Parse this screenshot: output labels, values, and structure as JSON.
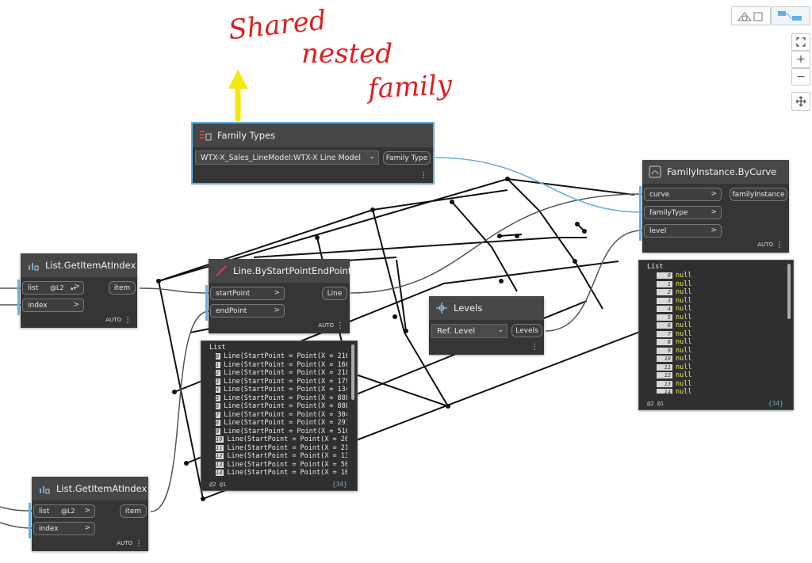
{
  "annotation": {
    "lines": [
      "Shared",
      "nested",
      "family"
    ],
    "color": "#e01e1e",
    "arrow_color": "#f5e80a"
  },
  "nodes": {
    "family_types": {
      "title": "Family Types",
      "dropdown_value": "WTX-X_Sales_LineModel:WTX-X Line Model",
      "output": "Family Type"
    },
    "get_item_1": {
      "title": "List.GetItemAtIndex",
      "inputs": [
        "list",
        "index"
      ],
      "list_level": "@L2",
      "output": "item",
      "lacing": "AUTO"
    },
    "get_item_2": {
      "title": "List.GetItemAtIndex",
      "inputs": [
        "list",
        "index"
      ],
      "list_level": "@L2",
      "output": "item",
      "lacing": "AUTO"
    },
    "line_by_points": {
      "title": "Line.ByStartPointEndPoint",
      "inputs": [
        "startPoint",
        "endPoint"
      ],
      "output": "Line",
      "lacing": "AUTO"
    },
    "levels": {
      "title": "Levels",
      "dropdown_value": "Ref. Level",
      "output": "Levels"
    },
    "family_instance": {
      "title": "FamilyInstance.ByCurve",
      "inputs": [
        "curve",
        "familyType",
        "level"
      ],
      "output": "familyInstance",
      "lacing": "AUTO"
    }
  },
  "previews": {
    "lines": {
      "label": "List",
      "rows": [
        {
          "i": "0",
          "v": "Line(StartPoint = Point(X = 216"
        },
        {
          "i": "1",
          "v": "Line(StartPoint = Point(X = 166"
        },
        {
          "i": "2",
          "v": "Line(StartPoint = Point(X = 218"
        },
        {
          "i": "3",
          "v": "Line(StartPoint = Point(X = 179"
        },
        {
          "i": "4",
          "v": "Line(StartPoint = Point(X = 134"
        },
        {
          "i": "5",
          "v": "Line(StartPoint = Point(X = 888"
        },
        {
          "i": "6",
          "v": "Line(StartPoint = Point(X = 888"
        },
        {
          "i": "7",
          "v": "Line(StartPoint = Point(X = 304"
        },
        {
          "i": "8",
          "v": "Line(StartPoint = Point(X = 291"
        },
        {
          "i": "9",
          "v": "Line(StartPoint = Point(X = 510"
        },
        {
          "i": "10",
          "v": "Line(StartPoint = Point(X = 26"
        },
        {
          "i": "11",
          "v": "Line(StartPoint = Point(X = 21"
        },
        {
          "i": "12",
          "v": "Line(StartPoint = Point(X = 13"
        },
        {
          "i": "13",
          "v": "Line(StartPoint = Point(X = 50"
        },
        {
          "i": "14",
          "v": "Line(StartPoint = Point(X = 10"
        }
      ],
      "footer_levels": "@2 @1",
      "count": "{34}"
    },
    "instances": {
      "label": "List",
      "rows": [
        {
          "i": "0",
          "v": "null"
        },
        {
          "i": "1",
          "v": "null"
        },
        {
          "i": "2",
          "v": "null"
        },
        {
          "i": "3",
          "v": "null"
        },
        {
          "i": "4",
          "v": "null"
        },
        {
          "i": "5",
          "v": "null"
        },
        {
          "i": "6",
          "v": "null"
        },
        {
          "i": "7",
          "v": "null"
        },
        {
          "i": "8",
          "v": "null"
        },
        {
          "i": "9",
          "v": "null"
        },
        {
          "i": "10",
          "v": "null"
        },
        {
          "i": "11",
          "v": "null"
        },
        {
          "i": "12",
          "v": "null"
        },
        {
          "i": "13",
          "v": "null"
        },
        {
          "i": "14",
          "v": "null"
        }
      ],
      "footer_levels": "@2 @1",
      "count": "{34}"
    }
  },
  "toolbar": {
    "view_geometry_icon": "geometry-view-icon",
    "view_graph_icon": "graph-view-icon",
    "zoom_fit_icon": "zoom-fit-icon",
    "zoom_in_label": "+",
    "zoom_out_label": "−",
    "pan_icon": "pan-icon"
  },
  "colors": {
    "node_body": "#353535",
    "node_header": "#474747",
    "selected": "#5fb2e5",
    "wire": "#6ab0de",
    "null_text": "#f0ef5c"
  }
}
